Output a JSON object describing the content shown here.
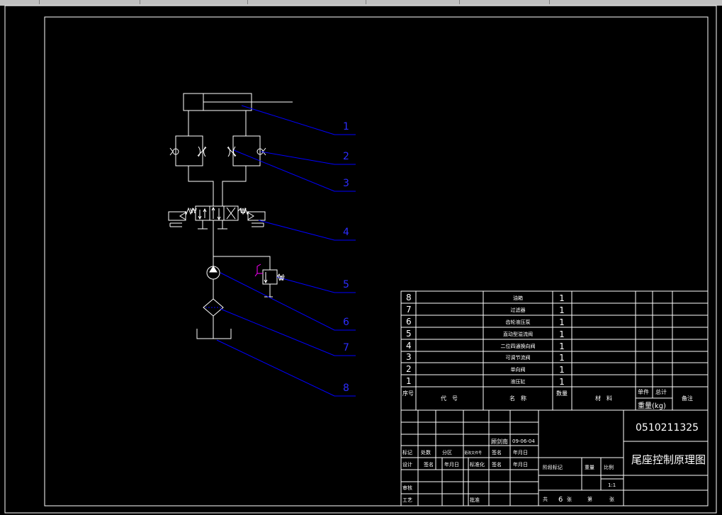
{
  "window": {
    "tabs": [
      "",
      "",
      "",
      "",
      "",
      ""
    ]
  },
  "colors": {
    "background": "#000000",
    "line": "#ffffff",
    "leader": "#0000ff",
    "valve_accent": "#ff00ff",
    "tab_bar": "#c0c0c0"
  },
  "diagram": {
    "callouts": [
      "1",
      "2",
      "3",
      "4",
      "5",
      "6",
      "7",
      "8"
    ],
    "valve_spring_label": "W"
  },
  "bom": {
    "rows": [
      {
        "no": "8",
        "name": "油箱",
        "qty": "1"
      },
      {
        "no": "7",
        "name": "过滤器",
        "qty": "1"
      },
      {
        "no": "6",
        "name": "齿轮液压泵",
        "qty": "1"
      },
      {
        "no": "5",
        "name": "直动型溢流阀",
        "qty": "1"
      },
      {
        "no": "4",
        "name": "二位四通换向阀",
        "qty": "1"
      },
      {
        "no": "3",
        "name": "可调节流阀",
        "qty": "1"
      },
      {
        "no": "2",
        "name": "单向阀",
        "qty": "1"
      },
      {
        "no": "1",
        "name": "液压缸",
        "qty": "1"
      }
    ],
    "header": {
      "no": "序号",
      "code": "代　号",
      "name": "名　称",
      "qty": "数量",
      "material": "材　料",
      "unit": "单件",
      "total": "总计",
      "weight": "重量(kg)",
      "remark": "备注"
    }
  },
  "title_block": {
    "drawing_no": "0510211325",
    "drawing_title": "尾座控制原理图",
    "designer_name": "顾剑南",
    "date": "09-06-04",
    "labels": {
      "mark": "标记",
      "count": "处数",
      "zone": "分区",
      "change_doc": "更改文件号",
      "sign": "签名",
      "ymd": "年月日",
      "design": "设计",
      "standardize": "标准化",
      "review": "审核",
      "process": "工艺",
      "approve": "批准",
      "stage": "阶段标记",
      "weight": "重量",
      "scale": "比例",
      "total": "共",
      "sheets": "张",
      "page": "第",
      "page_suffix": "张"
    },
    "scale": "1:1",
    "sheet_count": "6"
  }
}
